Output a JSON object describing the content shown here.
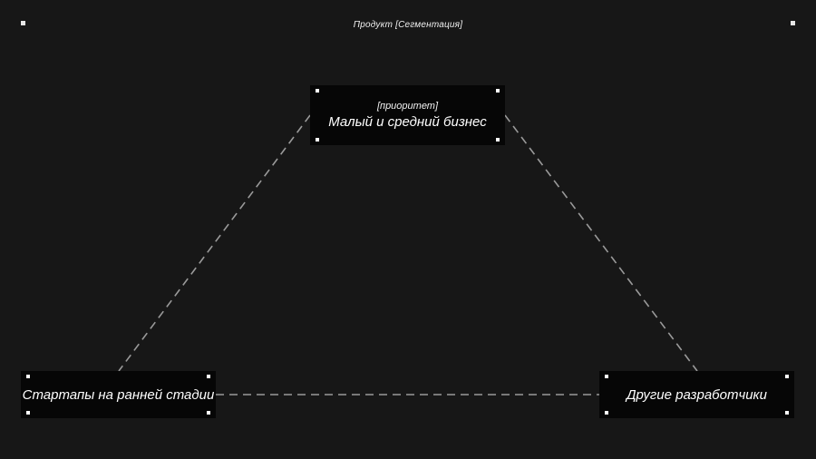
{
  "header": {
    "title": "Продукт [Сегментация]"
  },
  "nodes": {
    "top": {
      "tag": "[приоритет]",
      "label": "Малый и средний бизнес"
    },
    "left": {
      "label": "Стартапы на ранней стадии"
    },
    "right": {
      "label": "Другие разработчики"
    }
  },
  "colors": {
    "background": "#171717",
    "node_fill": "#060606",
    "connector": "#9a9a9a",
    "text": "#ffffff"
  }
}
